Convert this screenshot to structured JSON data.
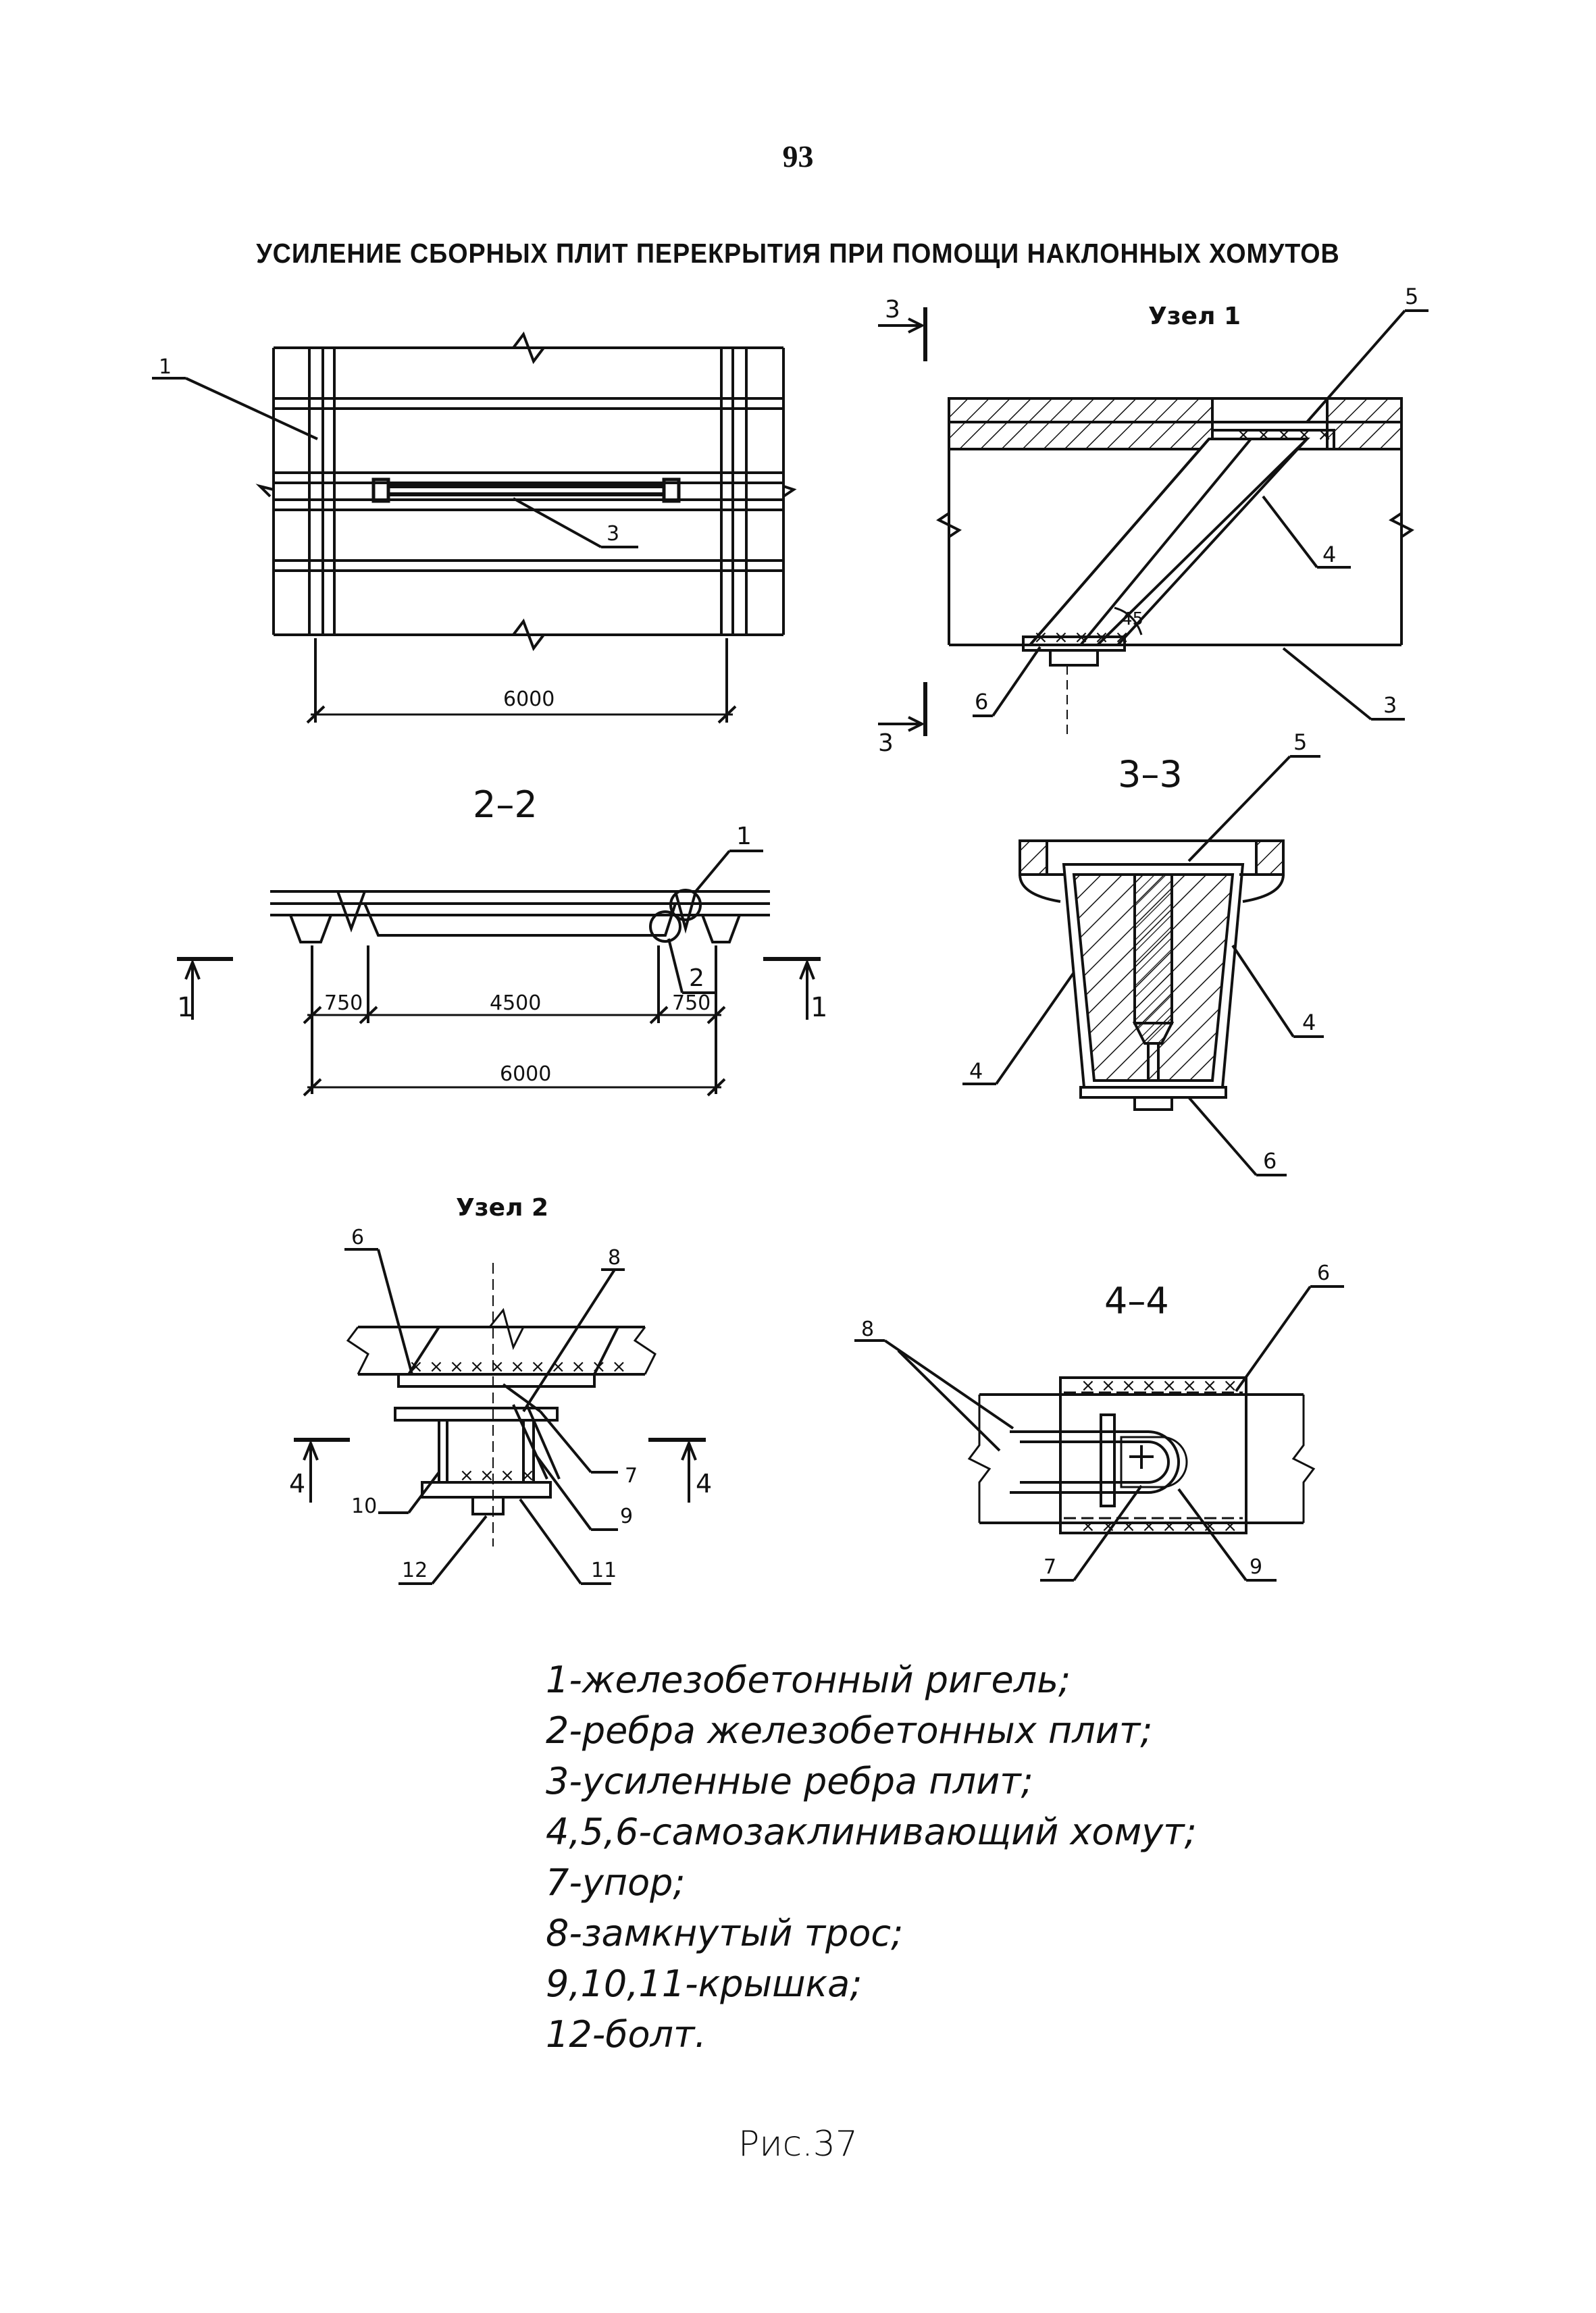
{
  "page_number": "93",
  "title": "УСИЛЕНИЕ СБОРНЫХ ПЛИТ ПЕРЕКРЫТИЯ ПРИ ПОМОЩИ НАКЛОННЫХ ХОМУТОВ",
  "views": {
    "plan": {
      "dim_span": "6000",
      "callouts": [
        "1",
        "3"
      ]
    },
    "section_2_2": {
      "label": "2–2",
      "dims": [
        "750",
        "4500",
        "750",
        "6000"
      ],
      "cut_mark": "1",
      "callouts": [
        "1",
        "2"
      ]
    },
    "node_1": {
      "label": "Узел 1",
      "cut_mark": "3",
      "callouts": [
        "5",
        "4",
        "6",
        "3"
      ],
      "angle": "45"
    },
    "section_3_3": {
      "label": "3–3",
      "callouts": [
        "5",
        "4",
        "4",
        "6"
      ]
    },
    "node_2": {
      "label": "Узел 2",
      "cut_mark": "4",
      "callouts": [
        "6",
        "8",
        "7",
        "9",
        "10",
        "12",
        "11"
      ]
    },
    "section_4_4": {
      "label": "4–4",
      "callouts": [
        "8",
        "6",
        "7",
        "9"
      ]
    }
  },
  "legend": [
    "1-железобетонный ригель;",
    "2-ребра железобетонных плит;",
    "3-усиленные ребра плит;",
    "4,5,6-самозаклинивающий хомут;",
    "7-упор;",
    "8-замкнутый трос;",
    "9,10,11-крышка;",
    "12-болт."
  ],
  "caption": "Рис.37"
}
